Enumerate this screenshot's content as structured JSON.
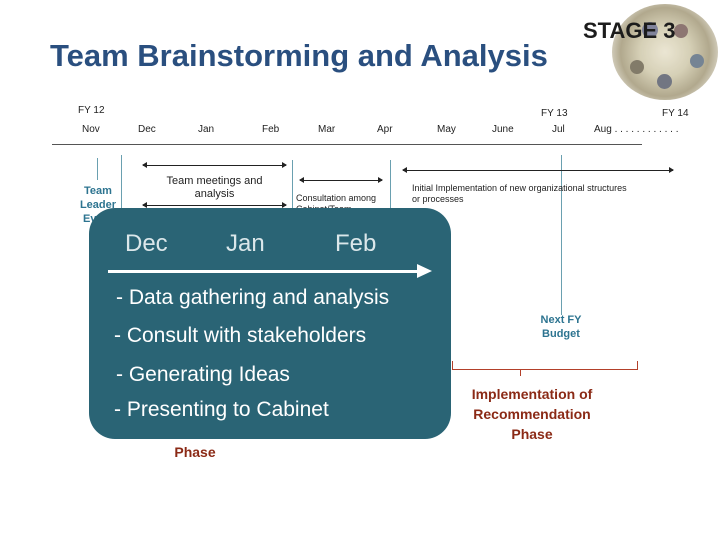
{
  "slide": {
    "title": "Team Brainstorming and Analysis",
    "stage_label": "STAGE 3"
  },
  "timeline": {
    "fiscal_years": [
      "FY 12",
      "FY 13",
      "FY 14"
    ],
    "months": [
      "Nov",
      "Dec",
      "Jan",
      "Feb",
      "Mar",
      "Apr",
      "May",
      "June",
      "Jul",
      "Aug . . . . . . . . . . . ."
    ],
    "notes": {
      "team_meetings": "Team meetings and analysis",
      "consultation": "Consultation among Cabinet/Team",
      "initial_implementation": "Initial Implementation of new organizational structures or processes"
    },
    "team_leader_event": "Team Leader Event",
    "next_fy_budget": "Next FY Budget",
    "implementation_phase": "Implementation of Recommendation Phase",
    "phase_label": "Phase"
  },
  "overlay": {
    "months": [
      "Dec",
      "Jan",
      "Feb"
    ],
    "items": [
      "- Data gathering and analysis",
      "- Consult with stakeholders",
      "- Generating Ideas",
      "- Presenting to Cabinet"
    ]
  },
  "colors": {
    "title": "#2a4f7f",
    "overlay_bg": "#2a6475",
    "accent_teal": "#2d7490",
    "accent_red": "#8b2a16"
  }
}
